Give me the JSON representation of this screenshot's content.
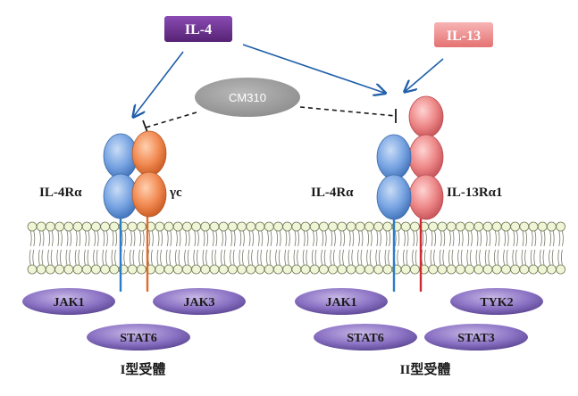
{
  "ligands": {
    "il4": "IL-4",
    "il13": "IL-13"
  },
  "inhibitor": "CM310",
  "receptor1": {
    "chain_a": "IL-4Rα",
    "chain_b": "γc",
    "kinase_a": "JAK1",
    "kinase_b": "JAK3",
    "stat": "STAT6",
    "caption": "I型受體"
  },
  "receptor2": {
    "chain_a": "IL-4Rα",
    "chain_b": "IL-13Rα1",
    "kinase_a": "JAK1",
    "kinase_b": "TYK2",
    "stat_a": "STAT6",
    "stat_b": "STAT3",
    "caption": "II型受體"
  },
  "colors": {
    "il4_box": "#6a2d8f",
    "il13_box": "#ef8a8a",
    "cm310": "#9a9a9a",
    "arrow": "#1f5fa8",
    "blue_domain": "#6f9ee0",
    "orange_domain": "#f08a55",
    "pink_domain": "#ec8585",
    "membrane_head": "#f1f5d8",
    "jak_ellipse": "#8a73c2"
  }
}
